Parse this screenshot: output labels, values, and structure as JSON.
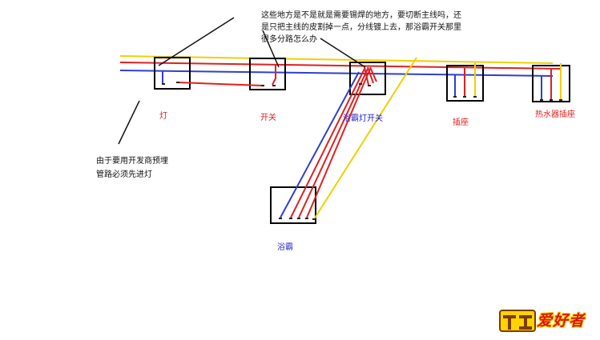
{
  "question_lines": [
    "这些地方是不是就是需要锡焊的地方，要切断主线吗，还",
    "是只把主线的皮割掉一点，分线镀上去，那浴霸开关那里",
    "很多分路怎么办"
  ],
  "note_lines": [
    "由于要用开发商预埋",
    "管路必须先进灯"
  ],
  "labels": {
    "lamp": "灯",
    "switch": "开关",
    "bath_switch": "浴霸灯开关",
    "socket": "插座",
    "heater_socket": "热水器插座",
    "bath_heater": "浴霸"
  },
  "logo_text": "爱好者",
  "colors": {
    "live_wire": "#e02020",
    "neutral_wire": "#2d3fd0",
    "earth_wire": "#f0d000",
    "box": "#000000"
  }
}
